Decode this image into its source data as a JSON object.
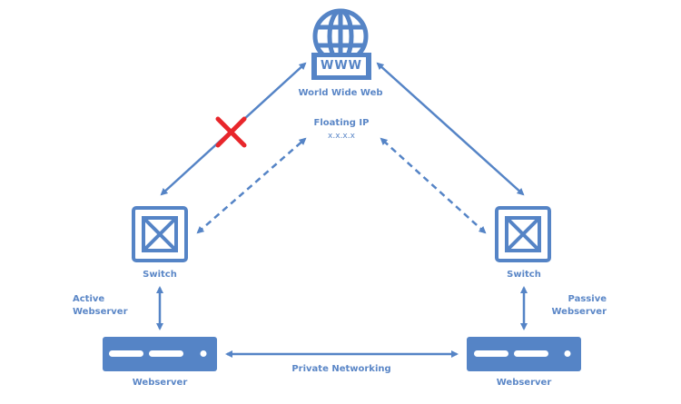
{
  "colors": {
    "primary": "#5584c6",
    "blocked": "#e8262b",
    "label": "#5b87c7"
  },
  "nodes": {
    "www": {
      "label": "World Wide Web",
      "badge": "WWW",
      "icon": "globe-icon"
    },
    "floating_ip": {
      "label": "Floating IP",
      "address": "x.x.x.x"
    },
    "switch_left": {
      "label": "Switch",
      "icon": "switch-icon"
    },
    "switch_right": {
      "label": "Switch",
      "icon": "switch-icon"
    },
    "server_left": {
      "label": "Webserver",
      "role": "Active\nWebserver",
      "role_lines": [
        "Active",
        "Webserver"
      ],
      "icon": "server-icon"
    },
    "server_right": {
      "label": "Webserver",
      "role": "Passive\nWebserver",
      "role_lines": [
        "Passive",
        "Webserver"
      ],
      "icon": "server-icon"
    }
  },
  "links": {
    "private": {
      "label": "Private Networking"
    },
    "left_www_status": "blocked"
  }
}
